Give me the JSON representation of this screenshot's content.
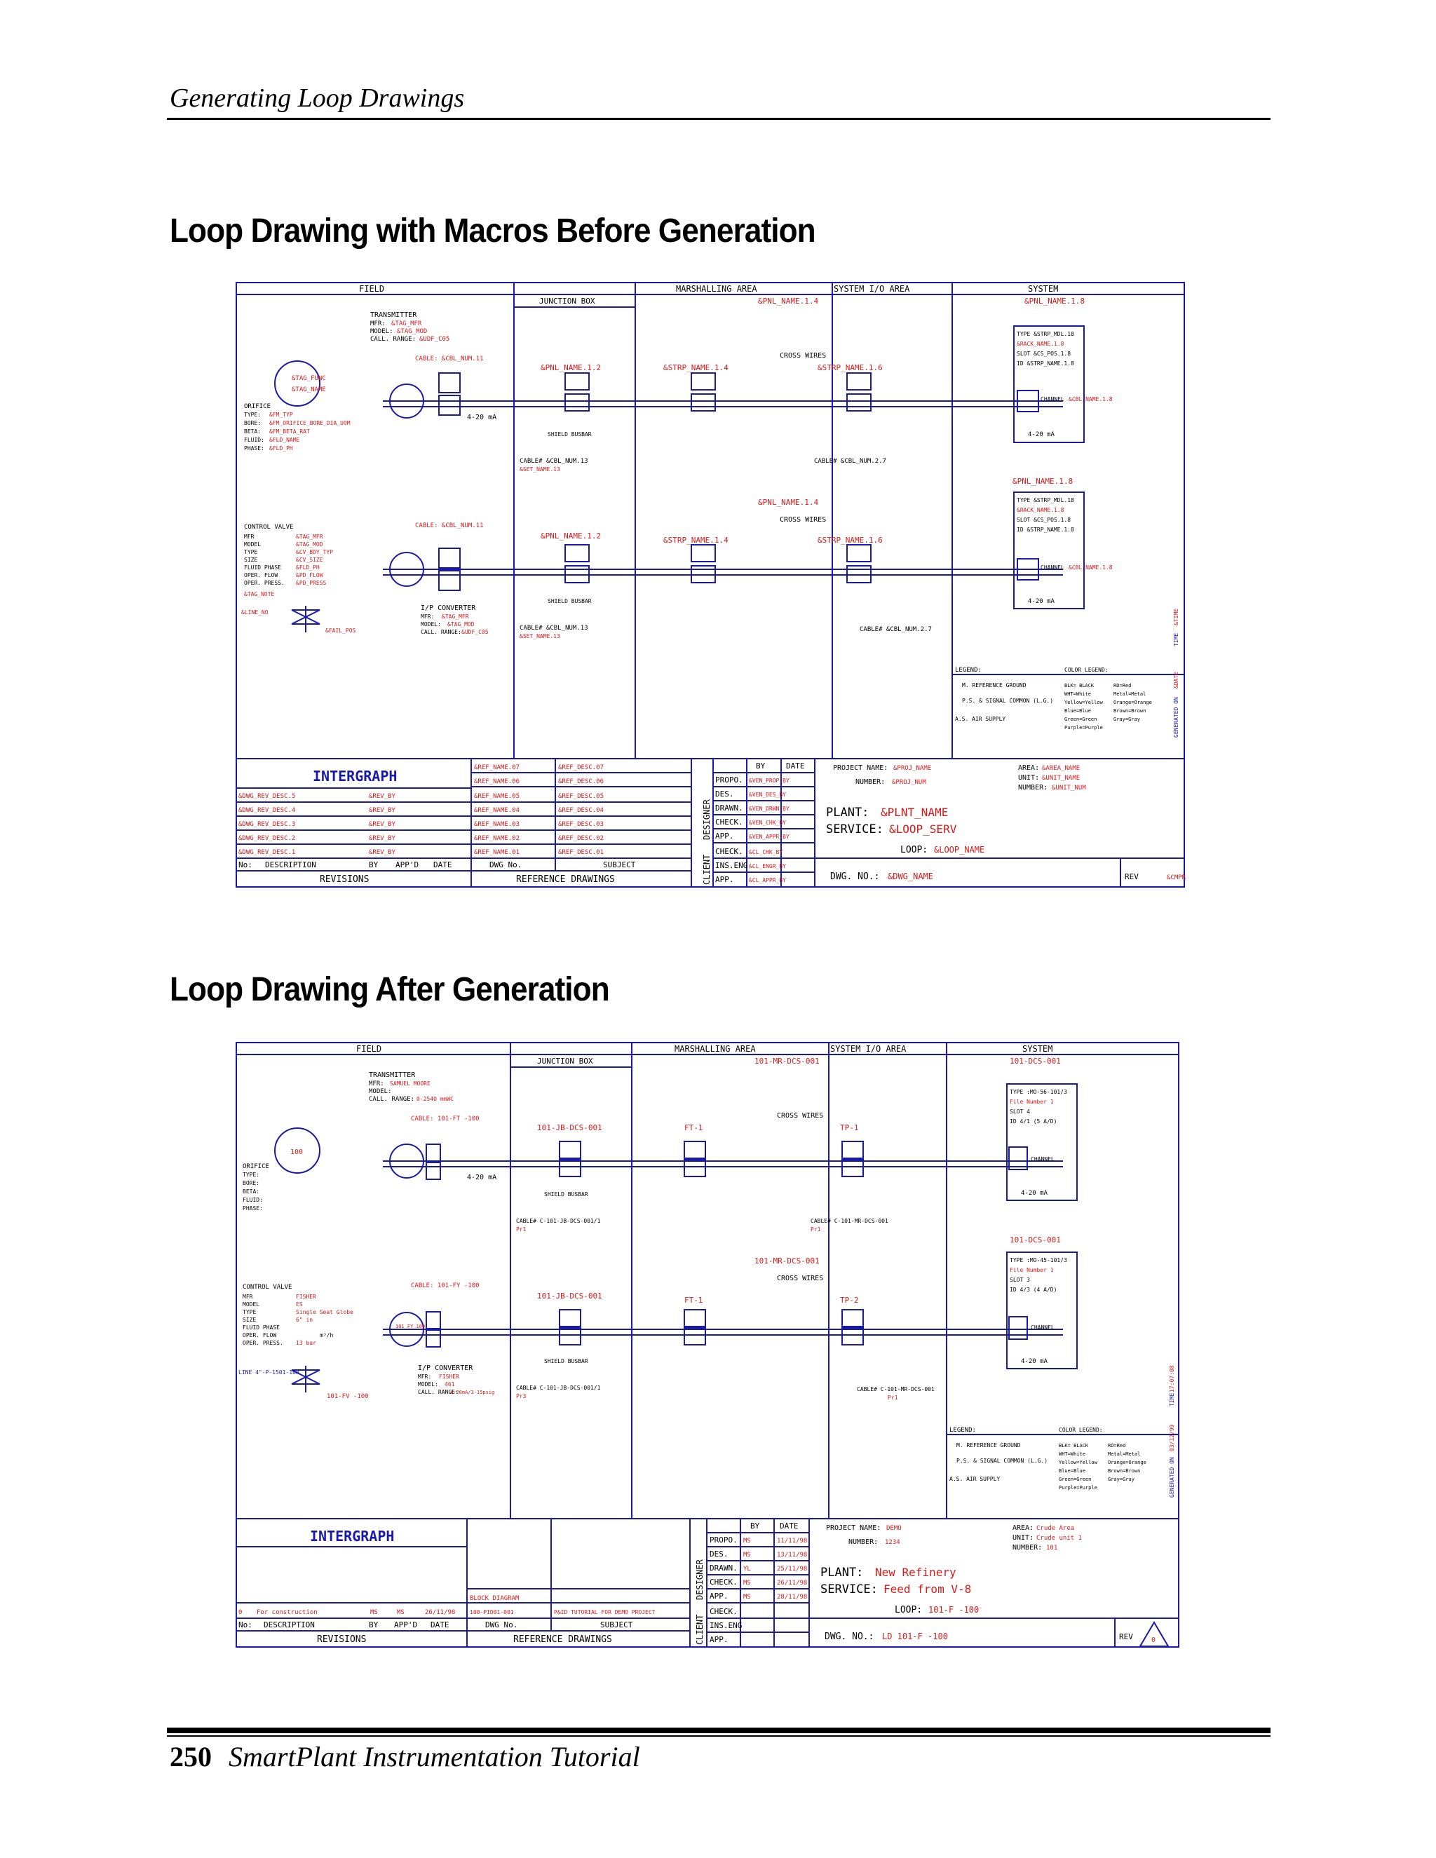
{
  "page": {
    "running_header": "Generating Loop Drawings",
    "page_number": "250",
    "footer_title": "SmartPlant Instrumentation Tutorial"
  },
  "sections": [
    {
      "title": "Loop Drawing with Macros Before Generation"
    },
    {
      "title": "Loop Drawing After Generation"
    }
  ],
  "common": {
    "areas": {
      "field": "FIELD",
      "junction_box": "JUNCTION BOX",
      "marshalling": "MARSHALLING AREA",
      "system_io": "SYSTEM I/O AREA",
      "system": "SYSTEM"
    },
    "transmitter": "TRANSMITTER",
    "mfr": "MFR:",
    "model": "MODEL:",
    "call_range": "CALL. RANGE:",
    "orifice": "ORIFICE",
    "orifice_fields": [
      "TYPE:",
      "BORE:",
      "BETA:",
      "FLUID:",
      "PHASE:"
    ],
    "control_valve": "CONTROL VALVE",
    "cv_fields": [
      "MFR",
      "MODEL",
      "TYPE",
      "SIZE",
      "FLUID PHASE",
      "OPER. FLOW",
      "OPER. PRESS."
    ],
    "ip_converter": "I/P CONVERTER",
    "shield_busbar": "SHIELD BUSBAR",
    "cross_wires": "CROSS WIRES",
    "ma": "4-20 mA",
    "channel": "CHANNEL",
    "legend_title": "LEGEND:",
    "color_legend_title": "COLOR LEGEND:",
    "legend_items": [
      "M. REFERENCE GROUND",
      "P.S. & SIGNAL COMMON (L.G.)",
      "A.S.  AIR SUPPLY"
    ],
    "color_legend": [
      "BLK= BLACK",
      "WHT=White",
      "Yellow=Yellow",
      "Blue=Blue",
      "Green=Green",
      "Purple=Purple"
    ],
    "color_legend2": [
      "RD=Red",
      "Metal=Metal",
      "Orange=Orange",
      "Brown=Brown",
      "Gray=Gray"
    ],
    "logo": "INTERGRAPH",
    "rev_headers": [
      "No:",
      "DESCRIPTION",
      "BY",
      "APP'D",
      "DATE",
      "DWG No.",
      "SUBJECT"
    ],
    "revisions": "REVISIONS",
    "reference_drawings": "REFERENCE DRAWINGS",
    "by": "BY",
    "date": "DATE",
    "roles": [
      "PROPO.",
      "DES.",
      "DRAWN.",
      "CHECK.",
      "APP."
    ],
    "client_roles": [
      "CHECK.",
      "INS.ENG",
      "APP."
    ],
    "designer": "DESIGNER",
    "client": "CLIENT",
    "project_name": "PROJECT NAME:",
    "number": "NUMBER:",
    "area": "AREA:",
    "unit": "UNIT:",
    "number2": "NUMBER:",
    "plant": "PLANT:",
    "service": "SERVICE:",
    "loop": "LOOP:",
    "dwg_no": "DWG. NO.:",
    "rev": "REV",
    "generated_on": "GENERATED ON",
    "time": "TIME"
  },
  "before": {
    "pnl_names": [
      "&PNL_NAME.1.4",
      "&PNL_NAME.1.8",
      "&PNL_NAME.1.2",
      "&PNL_NAME.1.8"
    ],
    "strp_names": [
      "&STRP_NAME.1.4",
      "&STRP_NAME.1.6"
    ],
    "tag_func": "&TAG_FUNC",
    "tag_name": "&TAG_NAME",
    "mfr_val": "&TAG_MFR",
    "model_val": "&TAG_MOD",
    "range_val": "&UDF_C05",
    "cable1": "CABLE: &CBL_NUM.11",
    "cable2": "CABLE# &CBL_NUM.13",
    "cable3": "CABLE# &CBL_NUM.2.7",
    "set_name": "&SET_NAME.13",
    "orifice_vals": [
      "&FM_TYP",
      "&FM_ORIFICE_BORE_DIA_UOM",
      "&FM_BETA_RAT",
      "&FLD_NAME",
      "&FLD_PH"
    ],
    "cv_vals": [
      "&TAG_MFR",
      "&TAG_MOD",
      "&CV_BDY_TYP",
      "&CV_SIZE",
      "&FLD_PH",
      "&PD_FLOW",
      "&PD_PRESS"
    ],
    "tag_note": "&TAG_NOTE",
    "line_no": "&LINE_NO",
    "fail_pos": "&FAIL_POS",
    "ip_vals": [
      "&TAG_MFR",
      "&TAG_MOD",
      "&UDF_C05"
    ],
    "type_box": [
      "TYPE &STRP_MDL.18",
      "&RACK_NAME.1.8",
      "SLOT &CS_POS.1.8",
      "ID &STRP_NAME.1.8"
    ],
    "channel_val": "&CBL_NAME.1.8",
    "ref_names": [
      "&REF_NAME.07",
      "&REF_NAME.06",
      "&REF_NAME.05",
      "&REF_NAME.04",
      "&REF_NAME.03",
      "&REF_NAME.02",
      "&REF_NAME.01"
    ],
    "ref_descs": [
      "&REF_DESC.07",
      "&REF_DESC.06",
      "&REF_DESC.05",
      "&REF_DESC.04",
      "&REF_DESC.03",
      "&REF_DESC.02",
      "&REF_DESC.01"
    ],
    "rev_rows": [
      "&DWG_REV_DESC.5",
      "&DWG_REV_DESC.4",
      "&DWG_REV_DESC.3",
      "&DWG_REV_DESC.2",
      "&DWG_REV_DESC.1"
    ],
    "rev_by": "&REV_BY",
    "proj_name": "&PROJ_NAME",
    "proj_num": "&PROJ_NUM",
    "area_name": "&AREA_NAME",
    "unit_name": "&UNIT_NAME",
    "unit_num": "&UNIT_NUM",
    "plant": "&PLNT_NAME",
    "service": "&LOOP_SERV",
    "loop": "&LOOP_NAME",
    "dwg": "&DWG_NAME",
    "rev": "&CMPR_R",
    "role_vals": [
      "&VEN_PROP_BY",
      "&VEN_DES_BY",
      "&VEN_DRWN_BY",
      "&VEN_CHK_BY",
      "&VEN_APPR_BY"
    ],
    "client_vals": [
      "&CL_CHK_BY",
      "&CL_ENGR_BY",
      "&CL_APPR_BY"
    ],
    "gen_date": "&DATE",
    "gen_time": "&TIME"
  },
  "after": {
    "pnl_top": "101-MR-DCS-001",
    "sys_top": "101-DCS-001",
    "jb": "101-JB-DCS-001",
    "ft": "FT-1",
    "tp1": "TP-1",
    "tp2": "TP-2",
    "tag_num": "100",
    "mfr_val": "SAMUEL MOORE",
    "range_val": "0-2540 mmWC",
    "cable1": "CABLE: 101-FT -100",
    "cable2": "CABLE# C-101-JB-DCS-001/1",
    "cable2b": "Pr1",
    "cable3": "CABLE# C-101-MR-DCS-001",
    "cable3b": "Pr1",
    "line_no": "LINE 4\"-P-1501-10H",
    "cv_vals": [
      "FISHER",
      "ES",
      "Single Seat Globe",
      "6\" in",
      "",
      "m³/h",
      "13 bar"
    ],
    "cv_cable": "CABLE: 101-FY -100",
    "cv_cable2": "CABLE# C-101-JB-DCS-001/1",
    "cv_cable2b": "Pr3",
    "cv_tag": "101-FV -100",
    "fy_tag": "101 FY 100",
    "ip_vals": [
      "FISHER",
      "461",
      "4-20mA/3-15psig"
    ],
    "type_box1": [
      "TYPE :MO-56-101/3",
      "File Number 1",
      "SLOT 4",
      "ID 4/1 (5 A/D)"
    ],
    "type_box2": [
      "TYPE :MO-45-101/3",
      "File Number 1",
      "SLOT 3",
      "ID 4/3 (4 A/D)"
    ],
    "sys_mid": "101-DCS-001",
    "pnl_mid": "101-MR-DCS-001",
    "ref_row": [
      "BLOCK DIAGRAM"
    ],
    "rev_row": [
      "0",
      "For construction",
      "MS",
      "MS",
      "26/11/98",
      "100-PID01-001",
      "P&ID TUTORIAL FOR DEMO PROJECT"
    ],
    "roles_by": [
      "MS",
      "MS",
      "YL",
      "MS",
      "MS"
    ],
    "roles_date": [
      "11/11/98",
      "13/11/98",
      "25/11/98",
      "26/11/98",
      "28/11/98"
    ],
    "proj_name": "DEMO",
    "proj_num": "1234",
    "area_name": "Crude Area",
    "unit_name": "Crude unit 1",
    "unit_num": "101",
    "plant": "New Refinery",
    "service": "Feed from V-8",
    "loop": "101-F -100",
    "dwg": "LD 101-F -100",
    "rev": "0",
    "gen_date": "03/12/99",
    "gen_time": "17:07:08"
  },
  "colors": {
    "line": "#1a1aa8",
    "macro": "#d81818",
    "text": "#000000"
  }
}
